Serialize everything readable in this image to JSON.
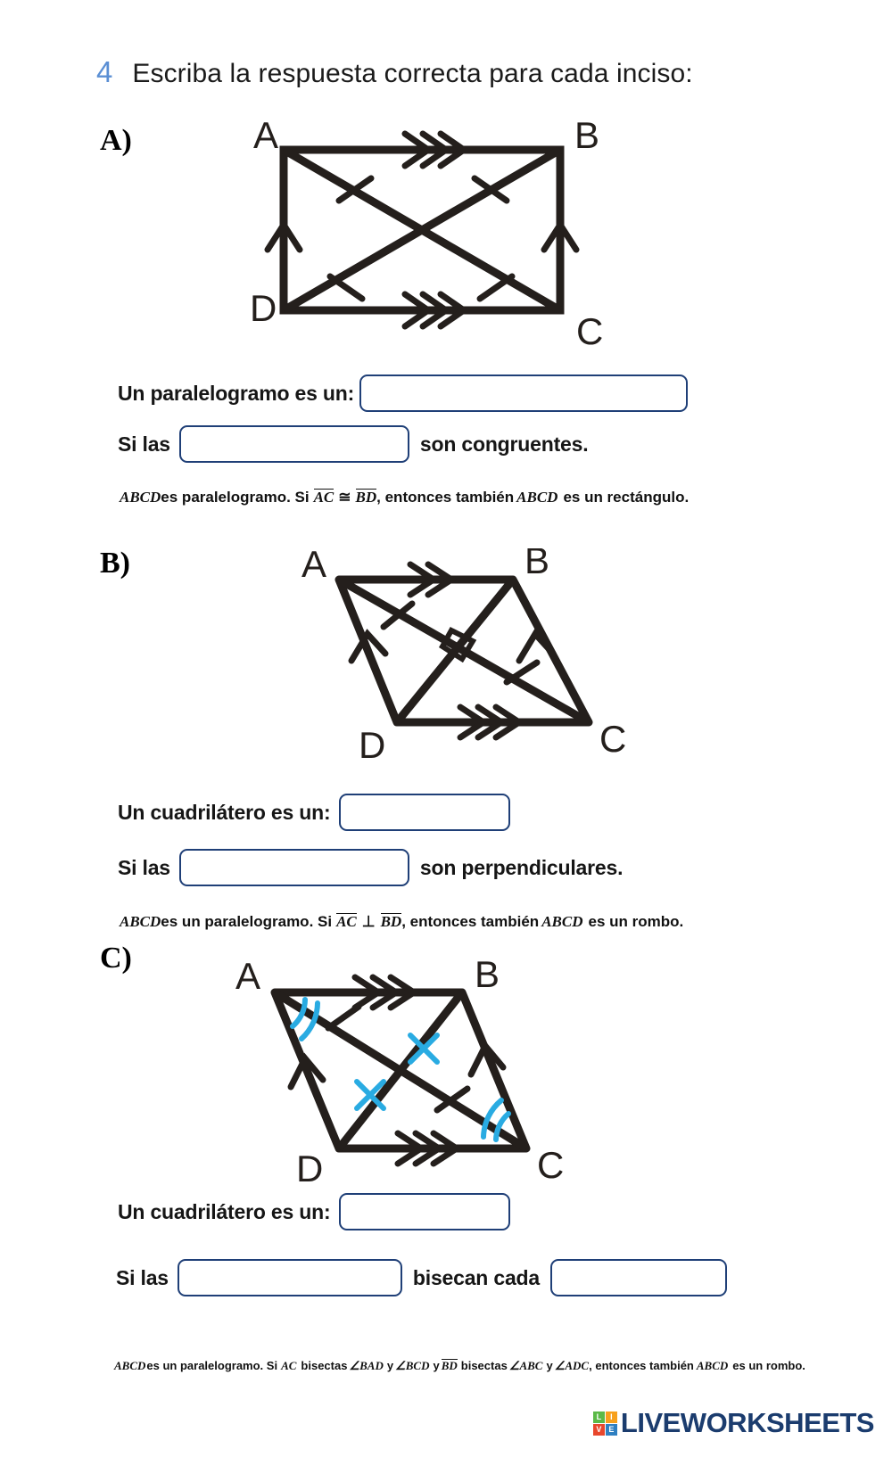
{
  "header": {
    "number": "4",
    "instruction": "Escriba la respuesta correcta para cada inciso:"
  },
  "sections": [
    {
      "letter": "A)",
      "figure": {
        "name": "rectangle-ABCD-with-diagonals",
        "vertices": [
          "A",
          "B",
          "D",
          "C"
        ]
      },
      "prompt1": {
        "label": "Un paralelogramo es un:",
        "value": "",
        "placeholder": ""
      },
      "prompt2": {
        "prefix": "Si las",
        "value": "",
        "placeholder": "",
        "suffix": "son congruentes."
      },
      "statement": {
        "quad": "ABCD",
        "text_1": "es paralelogramo. Si",
        "seg_1": "AC",
        "relation": "≅",
        "seg_2": "BD",
        "text_2": ", entonces también",
        "quad_2": "ABCD",
        "text_3": "es un rectángulo."
      }
    },
    {
      "letter": "B)",
      "figure": {
        "name": "rhombus-ABCD-perpendicular-diagonals",
        "vertices": [
          "A",
          "B",
          "D",
          "C"
        ]
      },
      "prompt1": {
        "label": "Un cuadrilátero es un:",
        "value": "",
        "placeholder": ""
      },
      "prompt2": {
        "prefix": "Si las",
        "value": "",
        "placeholder": "",
        "suffix": "son perpendiculares."
      },
      "statement": {
        "quad": "ABCD",
        "text_1": "es un paralelogramo. Si",
        "seg_1": "AC",
        "relation": "⊥",
        "seg_2": "BD",
        "text_2": ", entonces también",
        "quad_2": "ABCD",
        "text_3": "es un rombo."
      }
    },
    {
      "letter": "C)",
      "figure": {
        "name": "rhombus-ABCD-angle-bisectors",
        "vertices": [
          "A",
          "B",
          "D",
          "C"
        ]
      },
      "prompt1": {
        "label": "Un cuadrilátero es un:",
        "value": "",
        "placeholder": ""
      },
      "prompt2": {
        "prefix": "Si las",
        "value": "",
        "placeholder": "",
        "suffix": "bisecan cada",
        "value2": "",
        "placeholder2": ""
      },
      "statement_full": {
        "quad": "ABCD",
        "t1": "es un paralelogramo. Si",
        "seg_1": "AC",
        "t2": "bisectas",
        "ang_1": "∠BAD",
        "t3": "y",
        "ang_2": "∠BCD",
        "t4": "y",
        "seg_2": "BD",
        "t5": "bisectas",
        "ang_3": "∠ABC",
        "t6": "y",
        "ang_4": "∠ADC",
        "t7": ", entonces también",
        "quad_2": "ABCD",
        "t8": "es un rombo."
      }
    }
  ],
  "footer": {
    "brand": "LIVEWORKSHEETS",
    "mark_letters": [
      "L",
      "I",
      "V",
      "E"
    ],
    "mark_colors": [
      "#5bb947",
      "#f7a01c",
      "#e8472c",
      "#2e7fc1"
    ]
  },
  "colors": {
    "accent_blue": "#5b8fd4",
    "box_border": "#1f3f77",
    "figure_stroke": "#241f1c",
    "tick_blue": "#29abe2",
    "brand_navy": "#1b3c6e"
  }
}
